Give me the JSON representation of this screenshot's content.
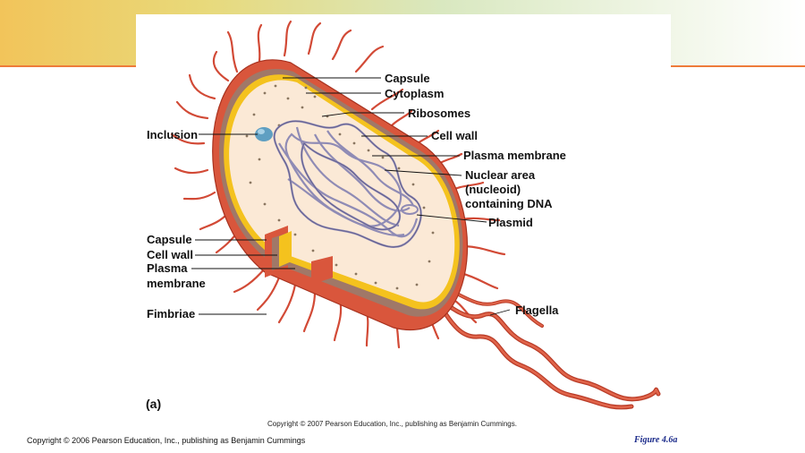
{
  "labels": {
    "capsule_top": "Capsule",
    "cytoplasm": "Cytoplasm",
    "ribosomes": "Ribosomes",
    "cell_wall_right": "Cell wall",
    "plasma_membrane_right": "Plasma membrane",
    "nuclear_line1": "Nuclear area",
    "nuclear_line2": "(nucleoid)",
    "nuclear_line3": "containing DNA",
    "plasmid": "Plasmid",
    "inclusion": "Inclusion",
    "capsule_left": "Capsule",
    "cell_wall_left": "Cell wall",
    "plasma_left_line1": "Plasma",
    "plasma_left_line2": "membrane",
    "fimbriae": "Fimbriae",
    "flagella": "Flagella",
    "panel_letter": "(a)"
  },
  "footer": {
    "copyright_inner": "Copyright © 2007 Pearson Education, Inc., publishing as Benjamin Cummings.",
    "copyright_outer": "Copyright © 2006 Pearson Education, Inc., publishing as Benjamin Cummings",
    "figure_label": "Figure 4.6a"
  },
  "colors": {
    "capsule": "#d9563c",
    "cell_wall": "#a07868",
    "plasma_membrane": "#f4c21e",
    "cytoplasm": "#fbe9d6",
    "nucleoid": "#8f8bb5",
    "inclusion": "#5f9fc2",
    "appendages": "#d24a36"
  }
}
